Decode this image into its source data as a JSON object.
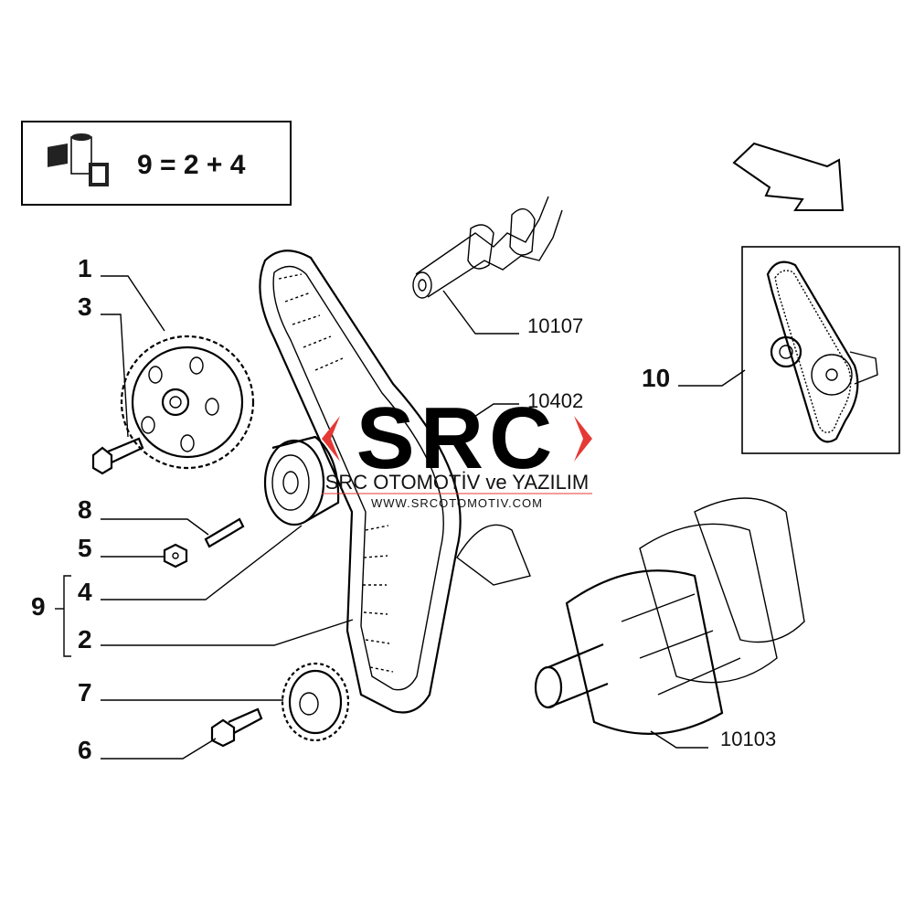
{
  "kit_box": {
    "formula": "9 = 2 + 4",
    "icon": "kit-boxes-icon"
  },
  "callouts": {
    "c1": "1",
    "c3": "3",
    "c8": "8",
    "c5": "5",
    "c9": "9",
    "c4": "4",
    "c2": "2",
    "c7": "7",
    "c6": "6",
    "c10": "10"
  },
  "references": {
    "r10107": "10107",
    "r10402": "10402",
    "r10103": "10103"
  },
  "watermark": {
    "logo": "SRC",
    "company": "SRC OTOMOTİV ve YAZILIM",
    "url": "WWW.SRCOTOMOTIV.COM"
  },
  "colors": {
    "accent": "#e53935",
    "ink": "#000000"
  }
}
